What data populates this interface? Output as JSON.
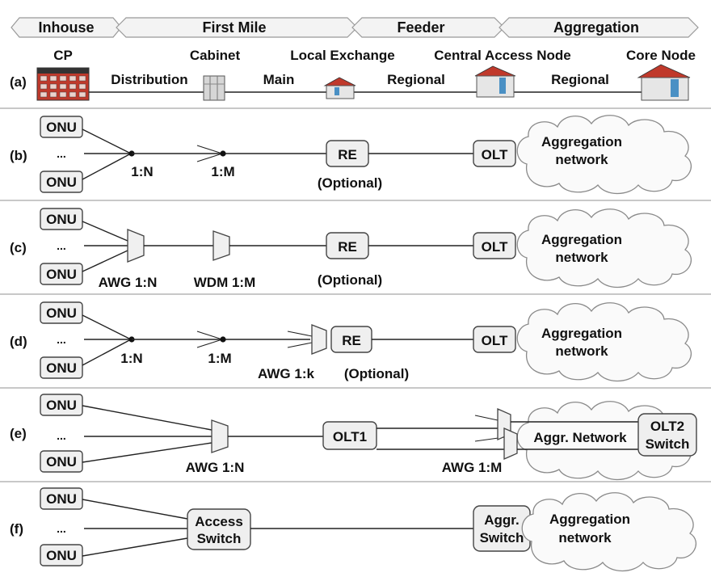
{
  "segments": {
    "inhouse": "Inhouse",
    "first_mile": "First Mile",
    "feeder": "Feeder",
    "aggregation": "Aggregation"
  },
  "row_a": {
    "label": "(a)",
    "cp": "CP",
    "cabinet": "Cabinet",
    "local_exchange": "Local Exchange",
    "central_access_node": "Central Access Node",
    "core_node": "Core  Node",
    "distribution": "Distribution",
    "main": "Main",
    "regional_1": "Regional",
    "regional_2": "Regional"
  },
  "row_b": {
    "label": "(b)",
    "onu_top": "ONU",
    "dots": "...",
    "onu_bottom": "ONU",
    "split1": "1:N",
    "split2": "1:M",
    "re": "RE",
    "optional": "(Optional)",
    "olt": "OLT",
    "cloud_l1": "Aggregation",
    "cloud_l2": "network"
  },
  "row_c": {
    "label": "(c)",
    "onu_top": "ONU",
    "dots": "...",
    "onu_bottom": "ONU",
    "awg": "AWG 1:N",
    "wdm": "WDM 1:M",
    "re": "RE",
    "optional": "(Optional)",
    "olt": "OLT",
    "cloud_l1": "Aggregation",
    "cloud_l2": "network"
  },
  "row_d": {
    "label": "(d)",
    "onu_top": "ONU",
    "dots": "...",
    "onu_bottom": "ONU",
    "split1": "1:N",
    "split2": "1:M",
    "awg": "AWG 1:k",
    "re": "RE",
    "optional": "(Optional)",
    "olt": "OLT",
    "cloud_l1": "Aggregation",
    "cloud_l2": "network"
  },
  "row_e": {
    "label": "(e)",
    "onu_top": "ONU",
    "dots": "...",
    "onu_bottom": "ONU",
    "awg1": "AWG 1:N",
    "olt1": "OLT1",
    "awg2": "AWG 1:M",
    "cloud": "Aggr. Network",
    "olt2_l1": "OLT2",
    "olt2_l2": "Switch"
  },
  "row_f": {
    "label": "(f)",
    "onu_top": "ONU",
    "dots": "...",
    "onu_bottom": "ONU",
    "access_l1": "Access",
    "access_l2": "Switch",
    "aggr_l1": "Aggr.",
    "aggr_l2": "Switch",
    "cloud_l1": "Aggregation",
    "cloud_l2": "network"
  }
}
